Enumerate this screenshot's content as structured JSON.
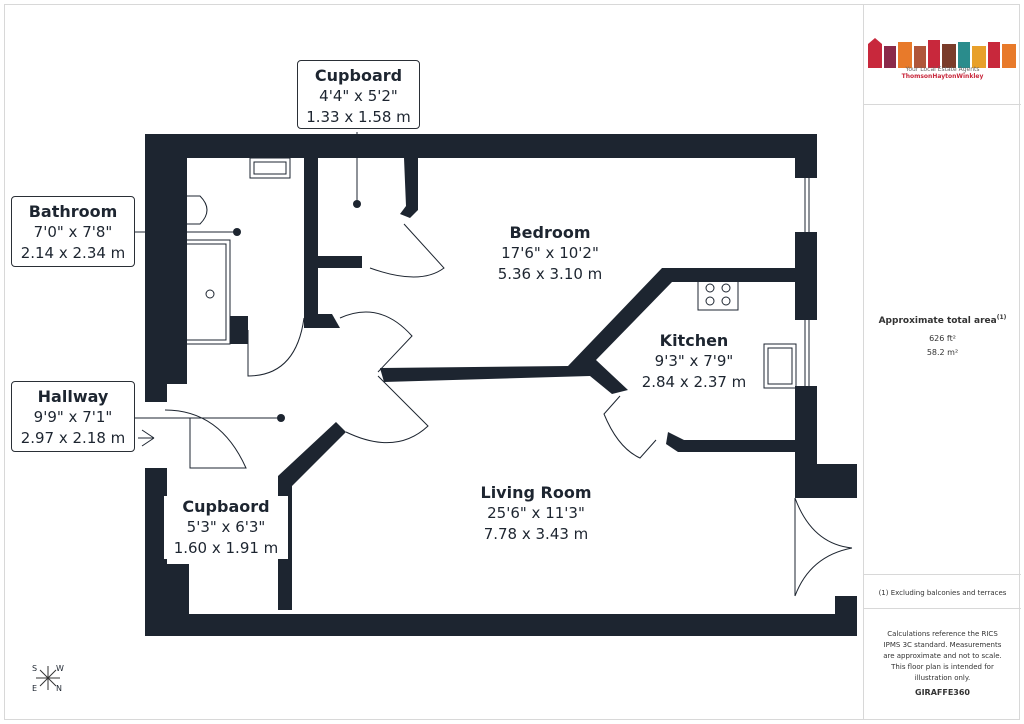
{
  "rooms": {
    "cupboard_top": {
      "name": "Cupboard",
      "imperial": "4'4\" x 5'2\"",
      "metric": "1.33 x 1.58 m"
    },
    "bathroom": {
      "name": "Bathroom",
      "imperial": "7'0\" x 7'8\"",
      "metric": "2.14 x 2.34 m"
    },
    "hallway": {
      "name": "Hallway",
      "imperial": "9'9\" x 7'1\"",
      "metric": "2.97 x 2.18 m"
    },
    "cupboard_bottom": {
      "name": "Cupbaord",
      "imperial": "5'3\" x 6'3\"",
      "metric": "1.60 x 1.91 m"
    },
    "bedroom": {
      "name": "Bedroom",
      "imperial": "17'6\" x 10'2\"",
      "metric": "5.36 x 3.10 m"
    },
    "kitchen": {
      "name": "Kitchen",
      "imperial": "9'3\" x 7'9\"",
      "metric": "2.84 x 2.37 m"
    },
    "living_room": {
      "name": "Living Room",
      "imperial": "25'6\" x 11'3\"",
      "metric": "7.78 x 3.43 m"
    }
  },
  "compass": {
    "n": "N",
    "s": "S",
    "e": "E",
    "w": "W"
  },
  "sidebar": {
    "logo_tagline": "Your Local Estate Agents",
    "logo_brand": "ThomsonHaytonWinkley",
    "area_title": "Approximate total area",
    "area_note_mark": "(1)",
    "area_ft": "626 ft²",
    "area_m": "58.2 m²",
    "footnote": "(1) Excluding balconies and terraces",
    "disclaimer": "Calculations reference the RICS IPMS 3C standard. Measurements are approximate and not to scale. This floor plan is intended for illustration only.",
    "brand": "GIRAFFE360"
  },
  "colors": {
    "wall": "#1d2530",
    "accent_red": "#c8283c",
    "accent_orange": "#e87a2a",
    "accent_teal": "#2a8c8c"
  }
}
